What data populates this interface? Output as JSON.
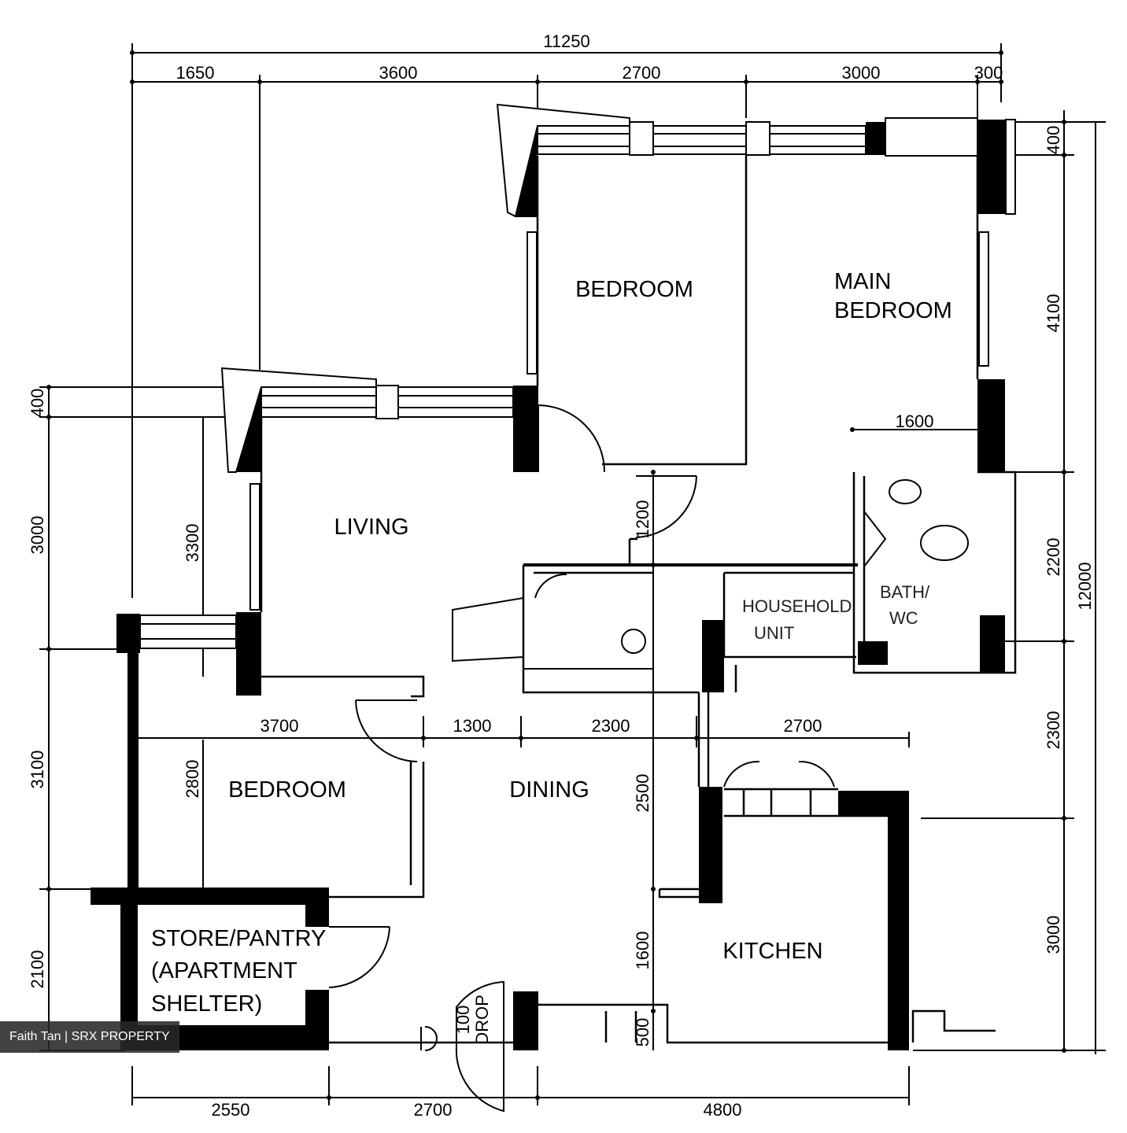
{
  "rooms": {
    "bedroom_top": "BEDROOM",
    "main_bedroom_line1": "MAIN",
    "main_bedroom_line2": "BEDROOM",
    "living": "LIVING",
    "bedroom_left": "BEDROOM",
    "dining": "DINING",
    "kitchen": "KITCHEN",
    "store_line1": "STORE/PANTRY",
    "store_line2": "(APARTMENT",
    "store_line3": "SHELTER)",
    "bath_wc_1": "BATH/",
    "bath_wc_2": "WC",
    "household_shelter_1": "HOUSEHOLD",
    "household_shelter_2": "UNIT",
    "refuse_1": "DROP",
    "refuse_2": "100"
  },
  "dimensions": {
    "top_total": "11250",
    "top_1": "1650",
    "top_2": "3600",
    "top_3": "2700",
    "top_4": "3000",
    "top_5": "300",
    "right_1": "400",
    "right_2": "4100",
    "right_3": "2200",
    "right_4": "2300",
    "right_5": "3000",
    "right_total": "12000",
    "left_1": "400",
    "left_2": "3000",
    "left_3": "3100",
    "left_4": "2100",
    "inner_3300": "3300",
    "inner_2800": "2800",
    "inner_1200": "1200",
    "inner_1600_top": "1600",
    "inner_2500": "2500",
    "inner_1600_bottom": "1600",
    "inner_500": "500",
    "mid_1": "3700",
    "mid_2": "1300",
    "mid_3": "2300",
    "mid_4": "2700",
    "bottom_1": "2550",
    "bottom_2": "2700",
    "bottom_3": "4800"
  },
  "watermark": "Faith Tan | SRX PROPERTY"
}
